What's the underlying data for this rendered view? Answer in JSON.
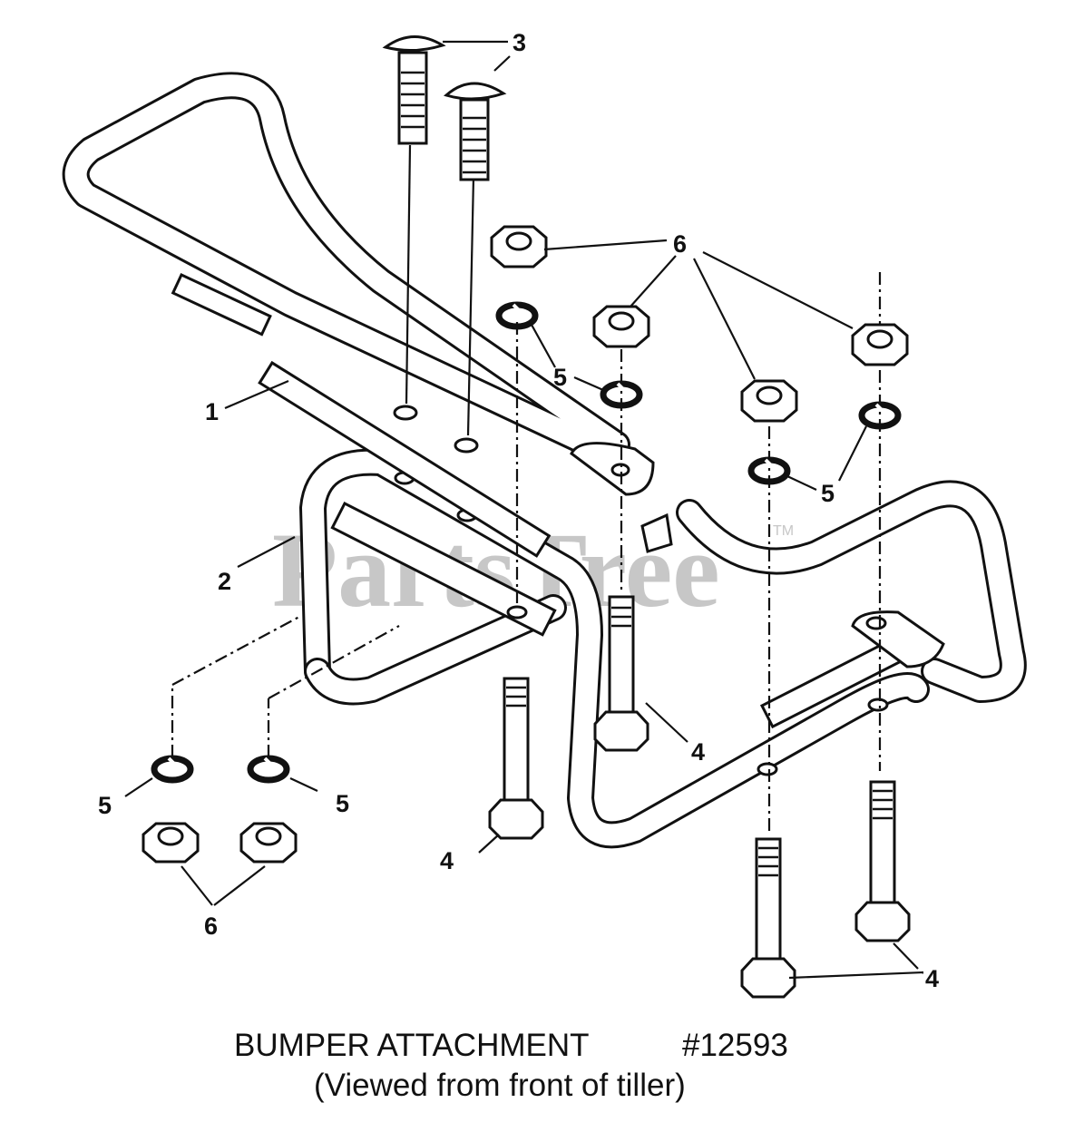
{
  "watermark": {
    "text": "PartsTree",
    "trademark": "TM"
  },
  "callouts": {
    "bumper_bar": "1",
    "bumper_frame": "2",
    "carriage_bolt": "3",
    "hex_bolt": "4",
    "lock_washer": "5",
    "hex_nut": "6"
  },
  "caption": {
    "title": "BUMPER ATTACHMENT",
    "part_number": "#12593",
    "subtitle": "(Viewed from front of tiller)"
  }
}
